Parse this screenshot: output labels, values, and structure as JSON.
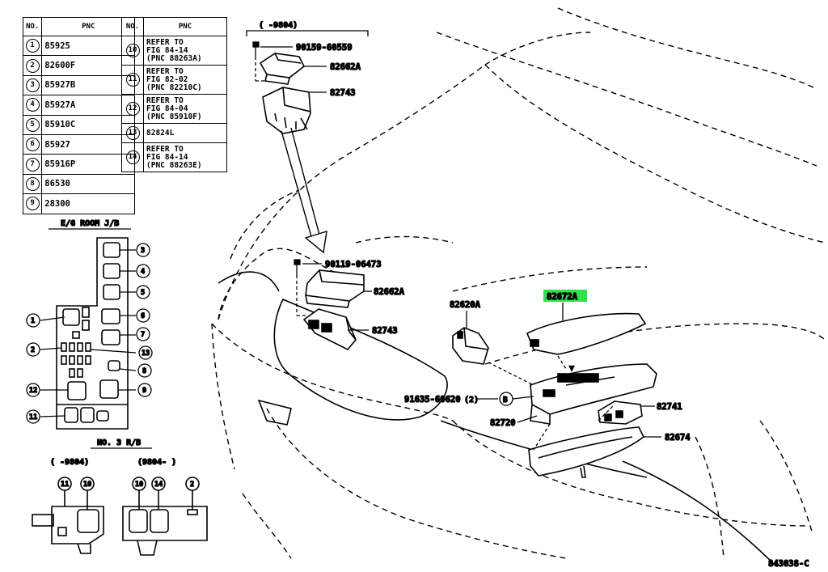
{
  "table": {
    "header_no": "NO.",
    "header_pnc": "PNC",
    "left_rows": [
      {
        "no": "1",
        "pnc": "85925"
      },
      {
        "no": "2",
        "pnc": "82600F"
      },
      {
        "no": "3",
        "pnc": "85927B"
      },
      {
        "no": "4",
        "pnc": "85927A"
      },
      {
        "no": "5",
        "pnc": "85910C"
      },
      {
        "no": "6",
        "pnc": "85927"
      },
      {
        "no": "7",
        "pnc": "85916P"
      },
      {
        "no": "8",
        "pnc": "86530"
      },
      {
        "no": "9",
        "pnc": "28300"
      }
    ],
    "right_rows": [
      {
        "no": "10",
        "line1": "REFER TO",
        "line2": "FIG 84-14",
        "line3": "(PNC 88263A)"
      },
      {
        "no": "11",
        "line1": "REFER TO",
        "line2": "FIG 82-02",
        "line3": "(PNC 82210C)"
      },
      {
        "no": "12",
        "line1": "REFER TO",
        "line2": "FIG 84-04",
        "line3": "(PNC 85910F)"
      },
      {
        "no": "13",
        "line1": "82824L",
        "line2": "",
        "line3": ""
      },
      {
        "no": "14",
        "line1": "REFER TO",
        "line2": "FIG 84-14",
        "line3": "(PNC 88263E)"
      }
    ]
  },
  "jb_title": "E/G ROOM J/B",
  "jb_callouts": [
    "1",
    "2",
    "3",
    "4",
    "5",
    "6",
    "7",
    "8",
    "9",
    "11",
    "12",
    "13"
  ],
  "rb_title": "NO. 3 R/B",
  "rb_left_range": "(    -9804)",
  "rb_right_range": "(9804-     )",
  "rb_left_callouts": [
    "11",
    "10"
  ],
  "rb_right_callouts": [
    "10",
    "14",
    "2"
  ],
  "top_range": "(    -9804)",
  "parts": {
    "p90159": "90159-60559",
    "p82662A_top": "82662A",
    "p82743_top": "82743",
    "p90119": "90119-06473",
    "p82662A_mid": "82662A",
    "p82743_mid": "82743",
    "p82620A": "82620A",
    "p82672A": "82672A",
    "p91635": "91635-60620",
    "p91635_qty": "(2)",
    "p91635_mark": "B",
    "p82720": "82720",
    "p82741": "82741",
    "p82674": "82674"
  },
  "figure_code": "843038-C",
  "colors": {
    "highlight": "#33e04a",
    "ink": "#000000"
  }
}
